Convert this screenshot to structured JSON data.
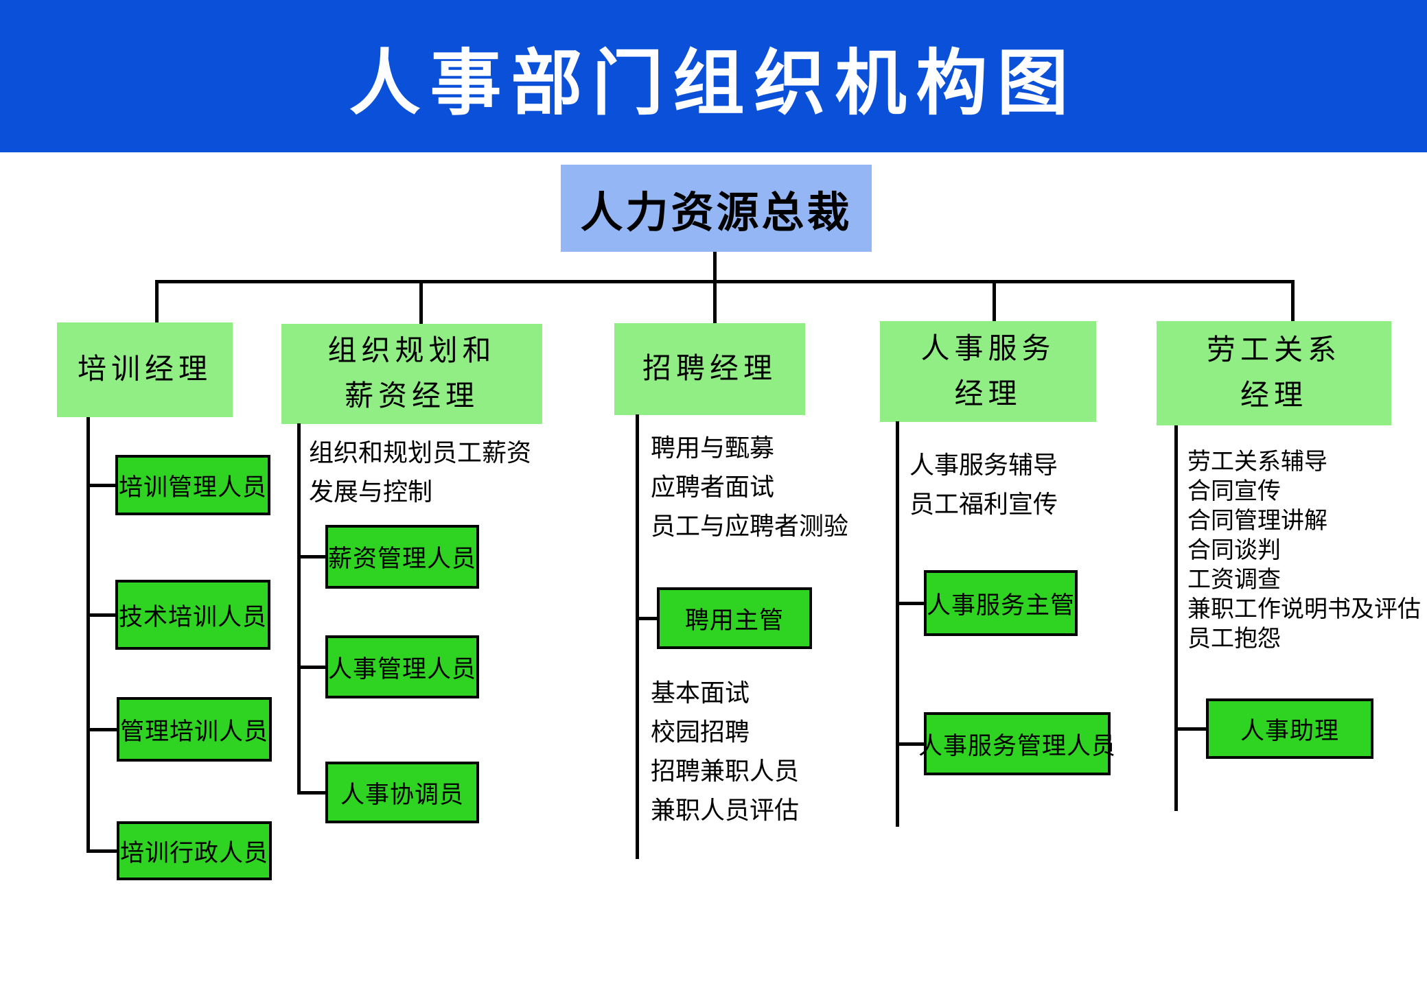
{
  "title": "人事部门组织机构图",
  "root": {
    "label": "人力资源总裁"
  },
  "colors": {
    "banner_blue": "#0a50d8",
    "root_blue": "#94b6f4",
    "manager_green": "#90ee85",
    "staff_green": "#2fd321",
    "line_black": "#000000"
  },
  "columns": [
    {
      "manager_lines": [
        "培训经理"
      ],
      "notes": [],
      "children": [
        "培训管理人员",
        "技术培训人员",
        "管理培训人员",
        "培训行政人员"
      ]
    },
    {
      "manager_lines": [
        "组织规划和",
        "薪资经理"
      ],
      "notes": [
        "组织和规划员工薪资",
        "发展与控制"
      ],
      "children": [
        "薪资管理人员",
        "人事管理人员",
        "人事协调员"
      ]
    },
    {
      "manager_lines": [
        "招聘经理"
      ],
      "notes": [
        "聘用与甄募",
        "应聘者面试",
        "员工与应聘者测验"
      ],
      "children": [
        "聘用主管"
      ],
      "notes2": [
        "基本面试",
        "校园招聘",
        "招聘兼职人员",
        "兼职人员评估"
      ]
    },
    {
      "manager_lines": [
        "人事服务",
        "经理"
      ],
      "notes": [
        "人事服务辅导",
        "员工福利宣传"
      ],
      "children": [
        "人事服务主管",
        "人事服务管理人员"
      ]
    },
    {
      "manager_lines": [
        "劳工关系",
        "经理"
      ],
      "notes": [
        "劳工关系辅导",
        "合同宣传",
        "合同管理讲解",
        "合同谈判",
        "工资调查",
        "兼职工作说明书及评估",
        "员工抱怨"
      ],
      "children": [
        "人事助理"
      ]
    }
  ]
}
